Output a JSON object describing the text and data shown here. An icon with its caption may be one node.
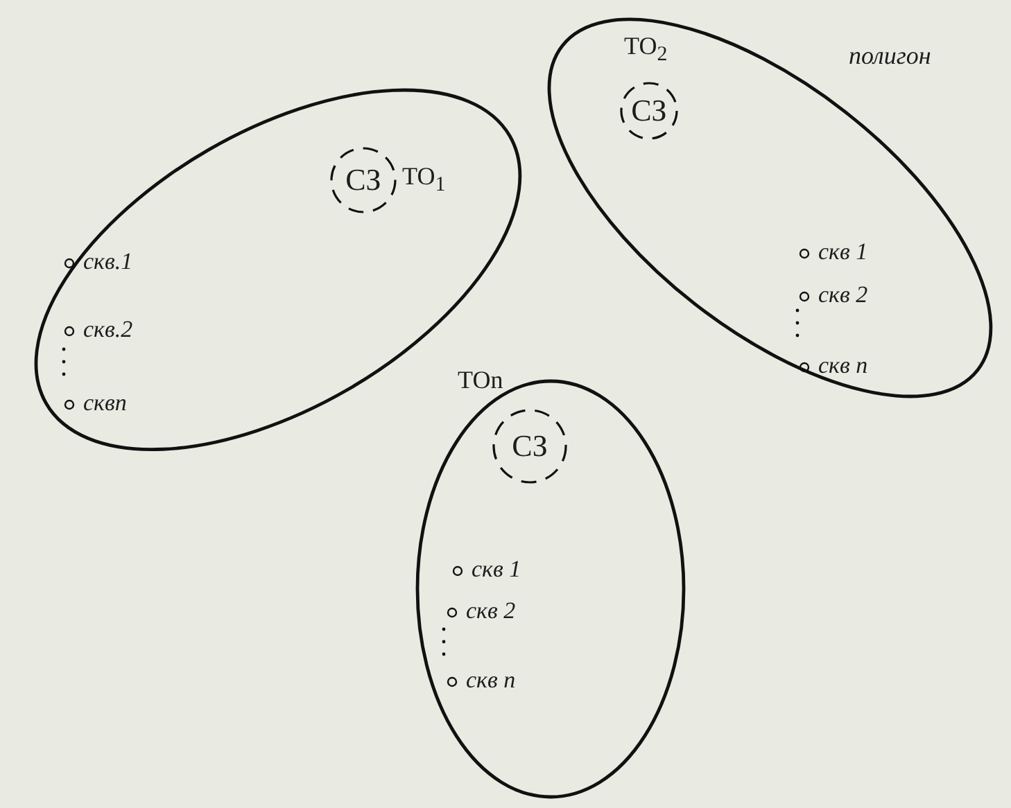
{
  "diagram": {
    "nodes": [
      {
        "text": [
          "ТО$_{1}$",
          "скв.1",
          "скв.2",
          "сквn"
        ]
      },
      {
        "text": [
          "СЗ"
        ],
        "in": 0
      },
      {
        "text": [
          "ТО$_{2}$",
          "скв 1",
          "скв 2",
          "скв n"
        ]
      },
      {
        "text": [
          "СЗ"
        ],
        "in": 2
      },
      {
        "text": [
          "ТОn",
          "скв 1",
          "скв 2",
          "скв n"
        ]
      },
      {
        "text": [
          "СЗ"
        ],
        "in": 4
      }
    ],
    "labels": [
      "полигон"
    ]
  }
}
